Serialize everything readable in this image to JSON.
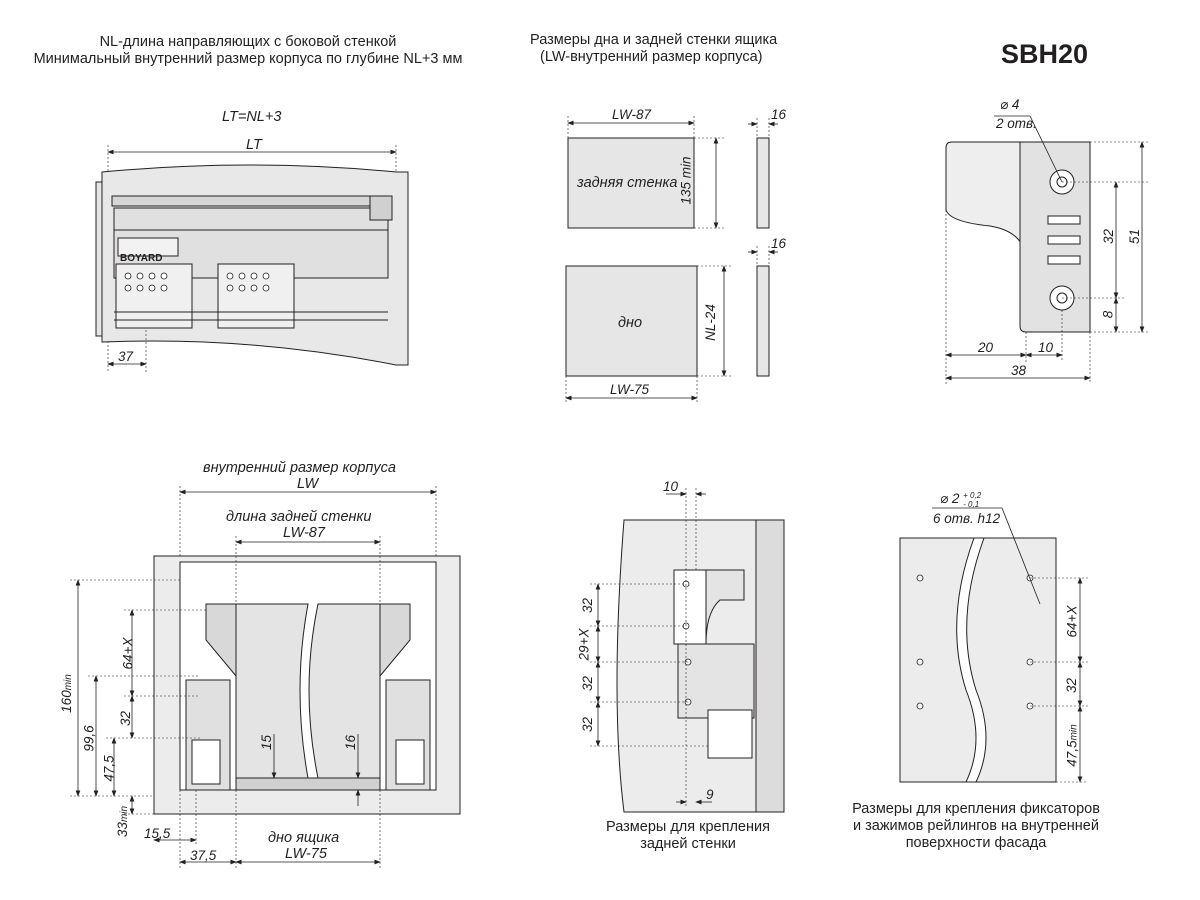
{
  "header": {
    "nl_line1": "NL-длина направляющих с боковой стенкой",
    "nl_line2": "Минимальный внутренний размер корпуса по глубине NL+3 мм",
    "sizes_line1": "Размеры дна и задней стенки ящика",
    "sizes_line2": "(LW-внутренний размер корпуса)",
    "model": "SBH20"
  },
  "side_view": {
    "formula": "LT=NL+3",
    "lt": "LT",
    "offset": "37",
    "brand": "BOYARD"
  },
  "panels": {
    "back_width": "LW-87",
    "back_thickness": "16",
    "back_label": "задняя стенка",
    "back_height": "135 min",
    "bottom_thickness": "16",
    "bottom_label": "дно",
    "bottom_depth": "NL-24",
    "bottom_width": "LW-75"
  },
  "bracket": {
    "hole_dia": "⌀ 4",
    "hole_count": "2 отв.",
    "h32": "32",
    "h51": "51",
    "h8": "8",
    "w20": "20",
    "w10": "10",
    "w38": "38"
  },
  "front_view": {
    "lw_title": "внутренний размер корпуса",
    "lw": "LW",
    "back_title": "длина задней стенки",
    "back_lw": "LW-87",
    "h160": "160",
    "h160_min": "min",
    "h99": "99,6",
    "h47": "47,5",
    "h33": "33",
    "h33_min": "min",
    "h64x": "64+X",
    "h32": "32",
    "d15": "15",
    "d16": "16",
    "w15_5": "15,5",
    "w37_5": "37,5",
    "bottom_title": "дно ящика",
    "bottom_lw": "LW-75"
  },
  "back_mount": {
    "w10": "10",
    "w9": "9",
    "v32a": "32",
    "v29x": "29+X",
    "v32b": "32",
    "v32c": "32",
    "caption1": "Размеры для крепления",
    "caption2": "задней стенки"
  },
  "facade": {
    "hole_dia": "⌀ 2",
    "tol_plus": "+ 0,2",
    "tol_minus": "- 0,1",
    "hole_count": "6 отв. h12",
    "v64x": "64+X",
    "v32": "32",
    "v47": "47,5",
    "v47_min": "min",
    "caption1": "Размеры для крепления фиксаторов",
    "caption2": "и зажимов рейлингов на внутренней",
    "caption3": "поверхности фасада"
  }
}
